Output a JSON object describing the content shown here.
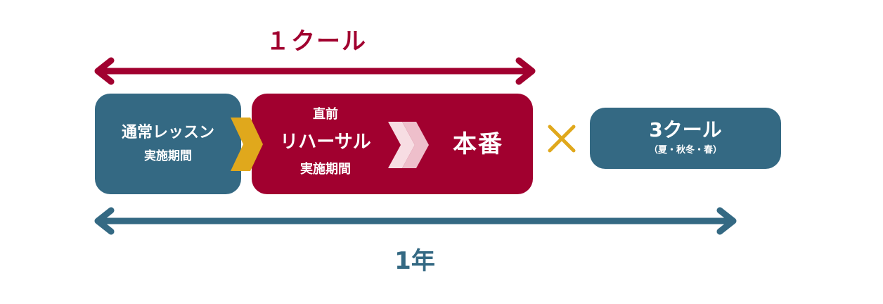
{
  "span_top": {
    "label": "１クール",
    "color": "#a1002f"
  },
  "span_bottom": {
    "label": "1年",
    "color": "#346983"
  },
  "regular_lessons": {
    "title": "通常レッスン",
    "subtitle": "実施期間",
    "color": "#346983"
  },
  "rehearsal": {
    "pre": "直前",
    "main": "リハーサル",
    "post": "実施期間",
    "color": "#a1002f"
  },
  "performance": {
    "label": "本番"
  },
  "multiply": {
    "symbol": "×",
    "color": "#e0a81c"
  },
  "cours_count": {
    "title": "3クール",
    "seasons": "（夏・秋冬・春）",
    "color": "#346983"
  },
  "colors": {
    "connector_arrow": "#e0a81c",
    "chevron_light": "#f7dde3",
    "chevron_mid": "#eebfcb"
  }
}
